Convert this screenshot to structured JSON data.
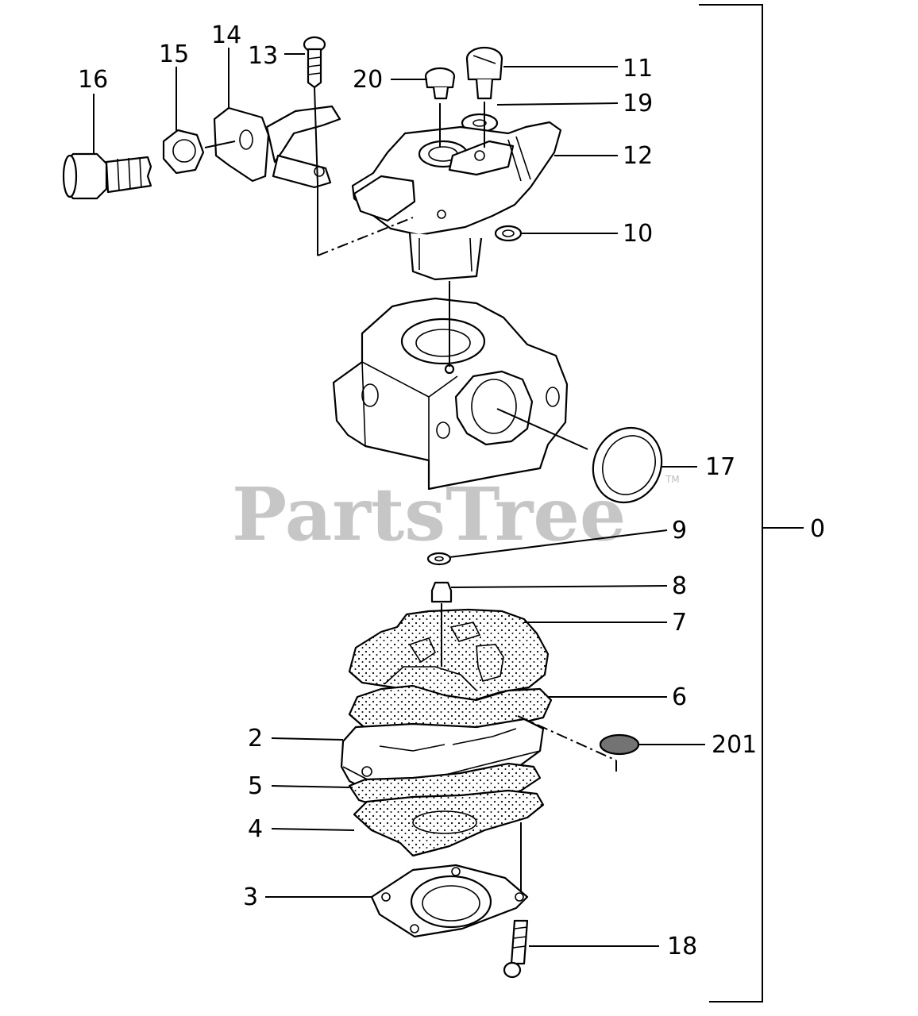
{
  "watermark": {
    "text": "PartsTree",
    "tm": "TM"
  },
  "assembly_label": "0",
  "callouts": [
    {
      "id": "c16",
      "label": "16"
    },
    {
      "id": "c15",
      "label": "15"
    },
    {
      "id": "c14",
      "label": "14"
    },
    {
      "id": "c13",
      "label": "13"
    },
    {
      "id": "c20",
      "label": "20"
    },
    {
      "id": "c11",
      "label": "11"
    },
    {
      "id": "c19",
      "label": "19"
    },
    {
      "id": "c12",
      "label": "12"
    },
    {
      "id": "c10",
      "label": "10"
    },
    {
      "id": "c17",
      "label": "17"
    },
    {
      "id": "c9",
      "label": "9"
    },
    {
      "id": "c8",
      "label": "8"
    },
    {
      "id": "c7",
      "label": "7"
    },
    {
      "id": "c6",
      "label": "6"
    },
    {
      "id": "c2",
      "label": "2"
    },
    {
      "id": "c201",
      "label": "201"
    },
    {
      "id": "c5",
      "label": "5"
    },
    {
      "id": "c4",
      "label": "4"
    },
    {
      "id": "c3",
      "label": "3"
    },
    {
      "id": "c18",
      "label": "18"
    }
  ]
}
